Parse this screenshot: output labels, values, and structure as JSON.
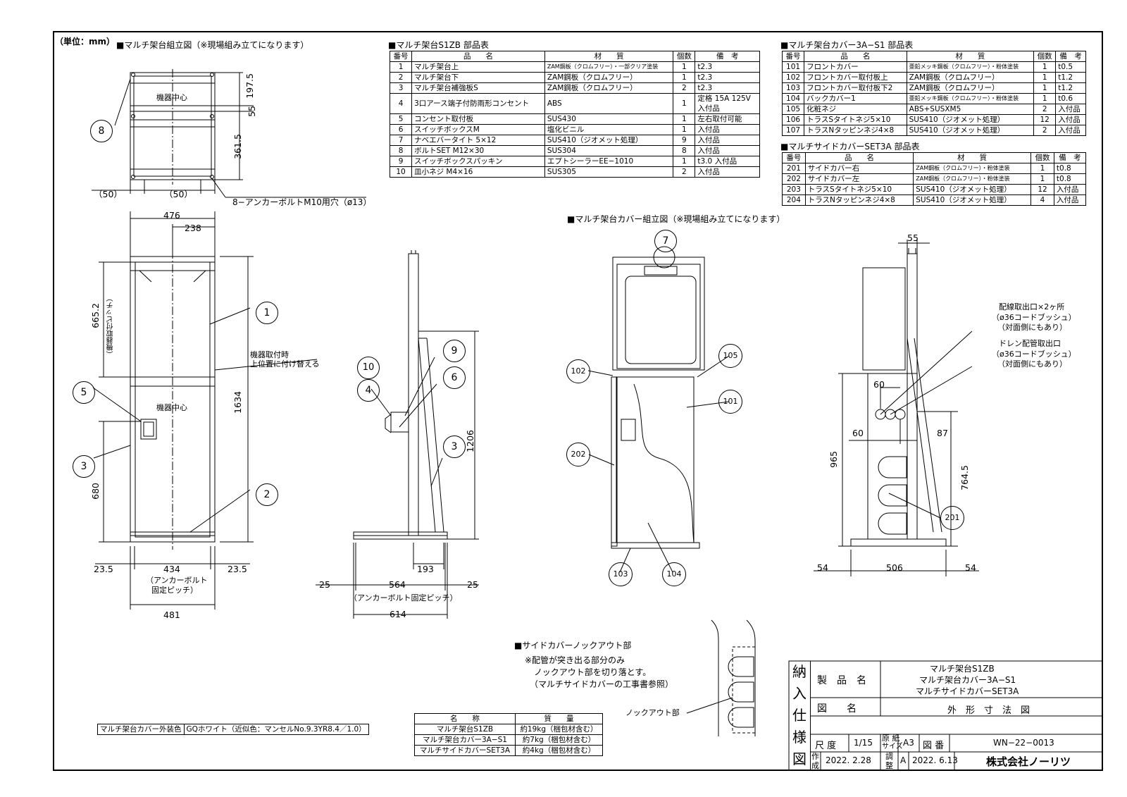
{
  "unit_label": "（単位：mm）",
  "sections": {
    "frame_assembly": "■マルチ架台組立図（※現場組み立てになります）",
    "frame_parts": "■マルチ架台S1ZB 部品表",
    "cover_parts": "■マルチ架台カバー3A−S1 部品表",
    "side_parts": "■マルチサイドカバーSET3A 部品表",
    "cover_assembly": "■マルチ架台カバー組立図（※現場組み立てになります）",
    "knockout": "■サイドカバーノックアウト部"
  },
  "table_headers": [
    "番号",
    "品　　名",
    "材　　質",
    "個数",
    "備　考"
  ],
  "frame_parts": [
    [
      "1",
      "マルチ架台上",
      "ZAM鋼板（クロムフリー）・一部クリア塗装",
      "1",
      "t2.3"
    ],
    [
      "2",
      "マルチ架台下",
      "ZAM鋼板（クロムフリー）",
      "1",
      "t2.3"
    ],
    [
      "3",
      "マルチ架台補強板S",
      "ZAM鋼板（クロムフリー）",
      "2",
      "t2.3"
    ],
    [
      "4",
      "3口アース端子付防雨形コンセント",
      "ABS",
      "1",
      "定格 15A 125V\n入付品"
    ],
    [
      "5",
      "コンセント取付板",
      "SUS430",
      "1",
      "左右取付可能"
    ],
    [
      "6",
      "スイッチボックスM",
      "塩化ビニル",
      "1",
      "入付品"
    ],
    [
      "7",
      "ナベエバータイト 5×12",
      "SUS410（ジオメット処理）",
      "9",
      "入付品"
    ],
    [
      "8",
      "ボルトSET M12×30",
      "SUS304",
      "8",
      "入付品"
    ],
    [
      "9",
      "スイッチボックスパッキン",
      "エプトシーラーEE−1010",
      "1",
      "t3.0 入付品"
    ],
    [
      "10",
      "皿小ネジ M4×16",
      "SUS305",
      "2",
      "入付品"
    ]
  ],
  "cover_parts": [
    [
      "101",
      "フロントカバー",
      "亜鉛メッキ鋼板（クロムフリー）・粉体塗装",
      "1",
      "t0.5"
    ],
    [
      "102",
      "フロントカバー取付板上",
      "ZAM鋼板（クロムフリー）",
      "1",
      "t1.2"
    ],
    [
      "103",
      "フロントカバー取付板下2",
      "ZAM鋼板（クロムフリー）",
      "1",
      "t1.2"
    ],
    [
      "104",
      "バックカバー1",
      "亜鉛メッキ鋼板（クロムフリー）・粉体塗装",
      "1",
      "t0.6"
    ],
    [
      "105",
      "化粧ネジ",
      "ABS+SUSXM5",
      "2",
      "入付品"
    ],
    [
      "106",
      "トラスSタイトネジ5×10",
      "SUS410（ジオメット処理）",
      "12",
      "入付品"
    ],
    [
      "107",
      "トラスNタッピンネジ4×8",
      "SUS410（ジオメット処理）",
      "2",
      "入付品"
    ]
  ],
  "side_parts": [
    [
      "201",
      "サイドカバー右",
      "ZAM鋼板（クロムフリー）・粉体塗装",
      "1",
      "t0.8"
    ],
    [
      "202",
      "サイドカバー左",
      "ZAM鋼板（クロムフリー）・粉体塗装",
      "1",
      "t0.8"
    ],
    [
      "203",
      "トラスSタイトネジ5×10",
      "SUS410（ジオメット処理）",
      "12",
      "入付品"
    ],
    [
      "204",
      "トラスNタッピンネジ4×8",
      "SUS410（ジオメット処理）",
      "4",
      "入付品"
    ]
  ],
  "dims": {
    "d1975": "197.5",
    "d55a": "55",
    "d3615": "361.5",
    "d50a": "（50）",
    "d50b": "（50）",
    "anchor_hole": "8−アンカーボルトM10用穴（ø13）",
    "d476": "476",
    "d238": "238",
    "d6652": "665.2",
    "pitch_v": "（機器取付ピッチ）",
    "d1634": "1634",
    "d680": "680",
    "d235a": "23.5",
    "d434": "434",
    "d235b": "23.5",
    "anchor_pitch1": "（アンカーボルト",
    "anchor_pitch2": "固定ピッチ）",
    "d481": "481",
    "device_center": "機器中心",
    "relocate1": "機器取付時",
    "relocate2": "上位置に付け替える",
    "d1206": "1206",
    "d193": "193",
    "d25a": "25",
    "d564": "564",
    "d25b": "25",
    "anchor_pitch3": "（アンカーボルト固定ピッチ）",
    "d614": "614",
    "d55b": "55",
    "wiring1": "配線取出口×2ヶ所",
    "wiring2": "（ø36コードブッシュ）",
    "wiring3": "（対面側にもあり）",
    "drain1": "ドレン配管取出口",
    "drain2": "（ø36コードブッシュ）",
    "drain3": "（対面側にもあり）",
    "d60a": "60",
    "d60b": "60",
    "d87": "87",
    "d965": "965",
    "d7645": "764.5",
    "d54a": "54",
    "d506": "506",
    "d54b": "54"
  },
  "balloons": [
    "8",
    "1",
    "5",
    "3",
    "2",
    "10",
    "4",
    "9",
    "6",
    "3",
    "7",
    "102",
    "105",
    "101",
    "202",
    "103",
    "104",
    "201"
  ],
  "knockout_note": [
    "※配管が突き出る部分のみ",
    "ノックアウト部を切り落とす。",
    "（マルチサイドカバーの工事書参照）"
  ],
  "knockout_label": "ノックアウト部",
  "color_row": [
    "マルチ架台カバー外装色",
    "GQホワイト（近似色：マンセルNo.9.3YR8.4／1.0）"
  ],
  "weight_headers": [
    "名　　称",
    "質　　量"
  ],
  "weights": [
    [
      "マルチ架台S1ZB",
      "約19kg（梱包材含む）"
    ],
    [
      "マルチ架台カバー3A−S1",
      "約7kg（梱包材含む）"
    ],
    [
      "マルチサイドカバーSET3A",
      "約4kg（梱包材含む）"
    ]
  ],
  "title_block": {
    "side": [
      "納",
      "入",
      "仕",
      "様",
      "図"
    ],
    "product_label": "製　品　名",
    "product_names": [
      "マルチ架台S1ZB",
      "マルチ架台カバー3A−S1",
      "マルチサイドカバーSET3A"
    ],
    "drawing_label": "図　　名",
    "drawing_name": "外　形　寸　法　図",
    "scale_label": "尺 度",
    "scale": "1/15",
    "paper_label1": "原 紙",
    "paper_label2": "サイズ",
    "paper": "A3",
    "number_label": "図 番",
    "number": "WN−22−0013",
    "made_label1": "作",
    "made_label2": "成",
    "made_date": "2022. 2.28",
    "adj_label1": "調",
    "adj_label2": "整",
    "adj_rev": "A",
    "adj_date": "2022. 6.13",
    "company": "株式会社ノーリツ"
  }
}
